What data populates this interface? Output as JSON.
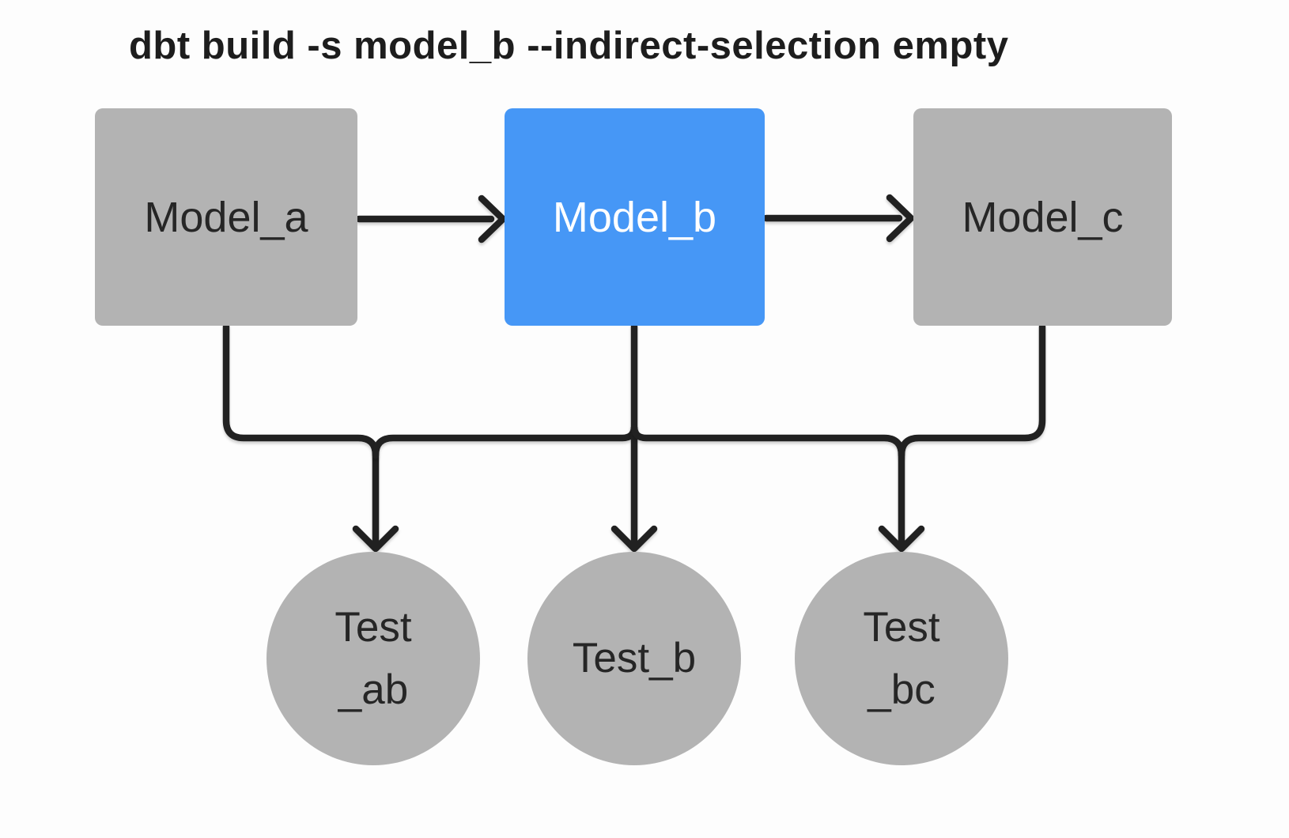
{
  "title": "dbt build -s model_b --indirect-selection empty",
  "colors": {
    "background": "#fdfdfd",
    "node_gray": "#b3b3b3",
    "selected_blue": "#4697f6",
    "edge_dark": "#212121",
    "text_dark": "#262626",
    "text_on_blue": "#ffffff"
  },
  "diagram": {
    "models": [
      {
        "id": "model_a",
        "label": "Model_a",
        "selected": false
      },
      {
        "id": "model_b",
        "label": "Model_b",
        "selected": true
      },
      {
        "id": "model_c",
        "label": "Model_c",
        "selected": false
      }
    ],
    "tests": [
      {
        "id": "test_ab",
        "label_lines": [
          "Test",
          "_ab"
        ]
      },
      {
        "id": "test_b",
        "label_lines": [
          "Test_b"
        ]
      },
      {
        "id": "test_bc",
        "label_lines": [
          "Test",
          "_bc"
        ]
      }
    ],
    "edges": [
      {
        "from": "model_a",
        "to": "model_b"
      },
      {
        "from": "model_b",
        "to": "model_c"
      },
      {
        "from": "model_a",
        "to": "test_ab"
      },
      {
        "from": "model_b",
        "to": "test_ab"
      },
      {
        "from": "model_b",
        "to": "test_b"
      },
      {
        "from": "model_b",
        "to": "test_bc"
      },
      {
        "from": "model_c",
        "to": "test_bc"
      }
    ]
  }
}
